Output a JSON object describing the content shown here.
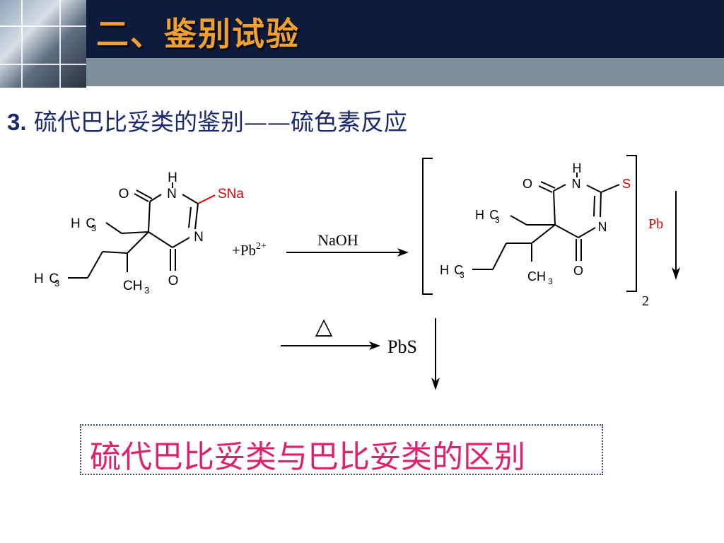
{
  "slide": {
    "title": "二、鉴别试验",
    "subtitle": {
      "number": "3.",
      "text": "硫代巴比妥类的鉴别——硫色素反应"
    },
    "conclusion": "硫代巴比妥类与巴比妥类的区别"
  },
  "reaction": {
    "reactant_labels": {
      "h": "H",
      "n_top": "N",
      "n_side": "N",
      "o_top": "O",
      "o_bottom": "O",
      "sna": "SNa",
      "ethyl": "H3C",
      "propyl": "H3C",
      "methyl": "CH3"
    },
    "reagent": "+Pb",
    "reagent_charge": "2+",
    "condition": "NaOH",
    "product_labels": {
      "h": "H",
      "n_top": "N",
      "n_side": "N",
      "o_top": "O",
      "o_bottom": "O",
      "s": "S",
      "ethyl": "H3C",
      "propyl": "H3C",
      "methyl": "CH3",
      "pb": "Pb",
      "subscript": "2"
    },
    "heat_symbol": "△",
    "final_product": "PbS"
  },
  "colors": {
    "header_bg": "#0f1b3c",
    "header_band": "#7d9099",
    "title": "#f0a030",
    "subtitle": "#1a2a6c",
    "sulfur_red": "#e00000",
    "conclusion": "#e0206c"
  }
}
